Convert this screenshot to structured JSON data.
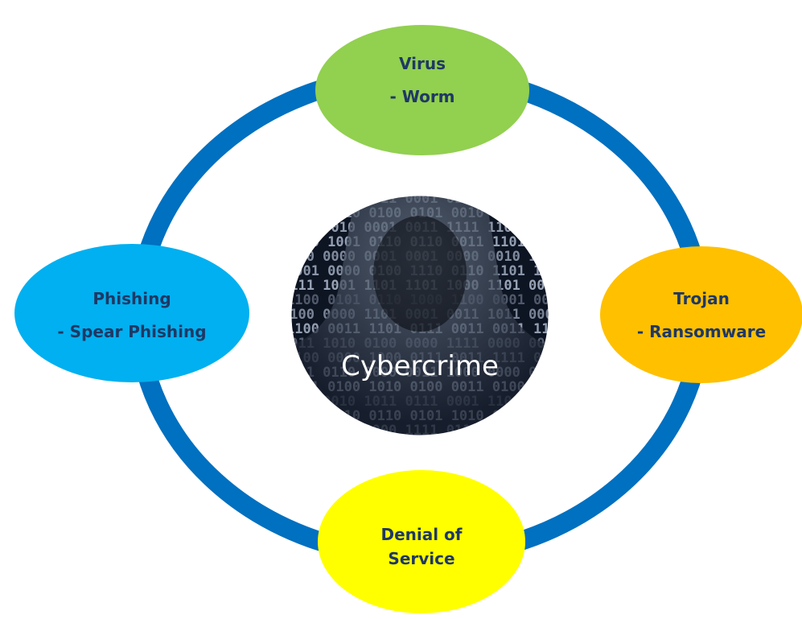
{
  "center": {
    "label": "Cybercrime"
  },
  "nodes": [
    {
      "id": "virus",
      "lines": [
        "Virus",
        "- Worm"
      ],
      "fill": "#92D050"
    },
    {
      "id": "phishing",
      "lines": [
        "Phishing",
        "- Spear Phishing"
      ],
      "fill": "#00B0F0"
    },
    {
      "id": "trojan",
      "lines": [
        "Trojan",
        "- Ransomware"
      ],
      "fill": "#FFC000"
    },
    {
      "id": "dos",
      "lines": [
        "Denial of",
        "Service"
      ],
      "fill": "#FFFF00"
    }
  ],
  "colors": {
    "ring": "#0070C0",
    "node_text": "#1F3864",
    "center_text": "#ffffff",
    "center_bg": "#0d1422",
    "code_digits": "#c8d6ea"
  },
  "icons": {
    "center_image": "hooded-hacker-binary-icon"
  }
}
